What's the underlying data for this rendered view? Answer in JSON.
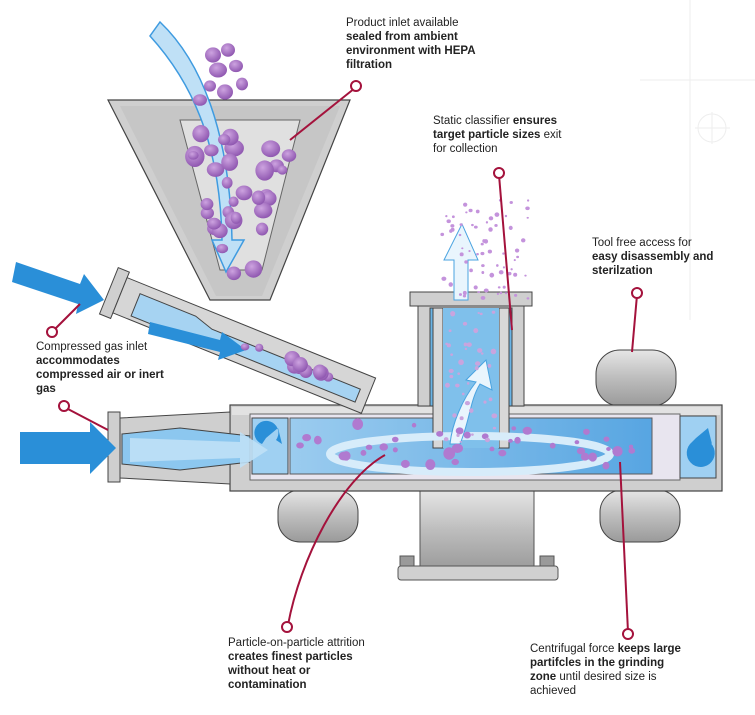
{
  "labels": {
    "product_inlet": {
      "normal": "Product inlet available",
      "bold": "sealed from ambient environment with HEPA filtration"
    },
    "classifier": {
      "normal_a": "Static classifier",
      "bold": "ensures target particle sizes",
      "normal_b": "exit for collection"
    },
    "tool_free": {
      "normal": "Tool free access for",
      "bold": "easy disassembly and sterilzation"
    },
    "compressed_gas": {
      "normal": "Compressed gas inlet",
      "bold": "accommodates compressed air or inert gas"
    },
    "attrition": {
      "normal": "Particle-on-particle attrition",
      "bold": "creates finest particles without heat or contamination"
    },
    "centrifugal": {
      "normal_a": "Centrifugal force",
      "bold": "keeps large partifcles in the grinding zone",
      "normal_b": "until desired size is achieved"
    }
  },
  "colors": {
    "metal": "#c9c9c9",
    "metal_dark": "#8a8a8a",
    "metal_light": "#e4e4e4",
    "chamber_fill": "#e6e3ef",
    "flow_blue": "#5aa9e0",
    "flow_light": "#b9dbf3",
    "arrow_blue": "#2a8fd8",
    "particle": "#a46bc3",
    "callout": "#a4123c"
  }
}
